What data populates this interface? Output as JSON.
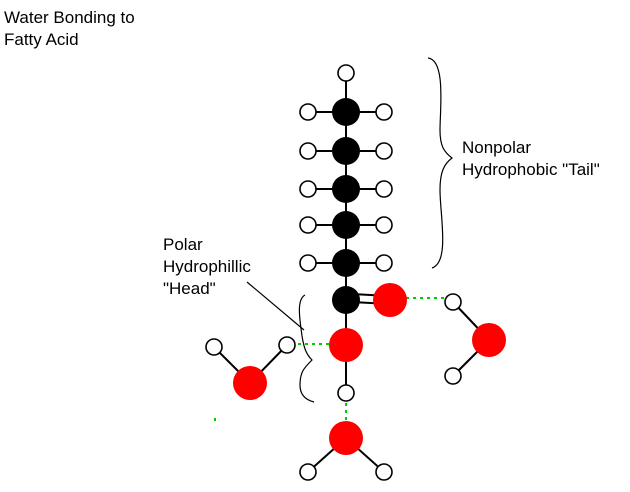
{
  "title": {
    "line1": "Water Bonding to",
    "line2": "Fatty Acid"
  },
  "labels": {
    "tail": {
      "line1": "Nonpolar",
      "line2": "Hydrophobic \"Tail\""
    },
    "head": {
      "line1": "Polar",
      "line2": "Hydrophillic",
      "line3": "\"Head\""
    }
  },
  "colors": {
    "carbon": "#000000",
    "hydrogen": "#ffffff",
    "oxygen": "#ff0000",
    "hydrogen_bond": "#00cc00",
    "bond": "#000000"
  }
}
